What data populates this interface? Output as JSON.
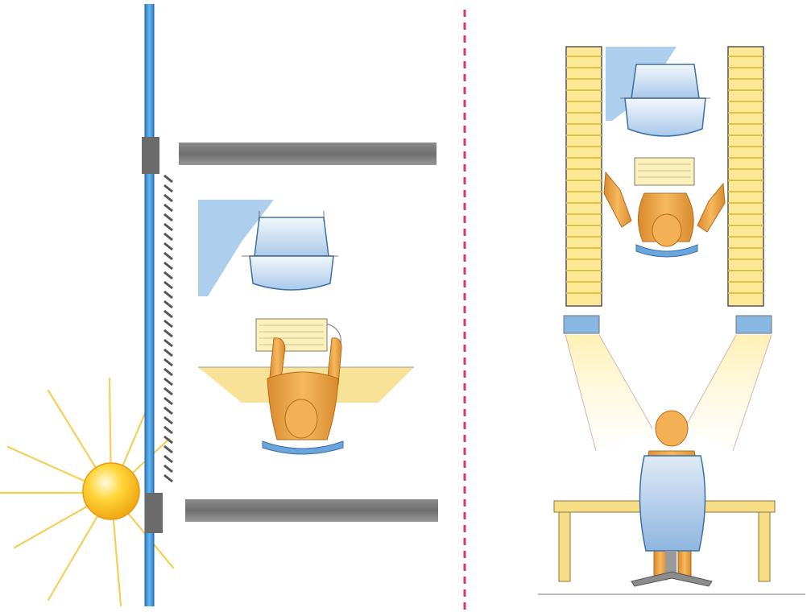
{
  "illustration": {
    "kind": "workplace-lighting-diagram",
    "text_labels": [],
    "colors": {
      "window_glass": "#3f95d6",
      "wall_frame": "#757575",
      "sun": "#ffc61a",
      "sun_rays": "#f7cf52",
      "light_fixture": "#fde896",
      "light_glow": "#fff3c2",
      "mannequin": "#eba044",
      "monitor_shade": "#6aa6dc",
      "divider": "#d23a66",
      "desk_top": "#f7dd86"
    },
    "left_panel": {
      "elements": [
        "window",
        "sun",
        "blind-slats",
        "wall-beam-top",
        "wall-beam-bottom",
        "monitor",
        "keyboard",
        "desk",
        "person-seated-top-view"
      ]
    },
    "right_panel": {
      "elements": [
        "ceiling-light-left",
        "ceiling-light-right",
        "monitor",
        "keyboard",
        "person-top-view",
        "lamp-left",
        "lamp-right",
        "desk",
        "person-seated-back-view",
        "office-chair"
      ]
    }
  }
}
